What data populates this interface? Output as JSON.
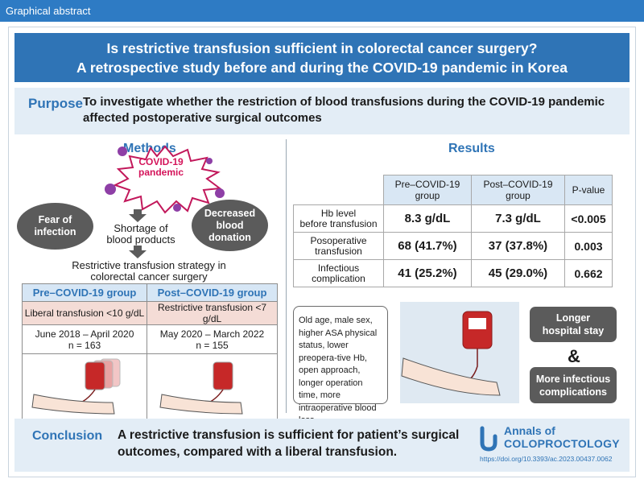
{
  "header": {
    "label": "Graphical abstract"
  },
  "title": {
    "line1": "Is restrictive transfusion sufficient in colorectal cancer surgery?",
    "line2": "A retrospective study before and during the COVID-19 pandemic in Korea"
  },
  "purpose": {
    "label": "Purpose",
    "text": "To investigate whether the restriction of blood transfusions during the COVID-19 pandemic affected postoperative surgical outcomes"
  },
  "methods": {
    "title": "Methods",
    "burst_line1": "COVID-19",
    "burst_line2": "pandemic",
    "fear_line1": "Fear of",
    "fear_line2": "infection",
    "shortage_line1": "Shortage of",
    "shortage_line2": "blood products",
    "decreased_line1": "Decreased",
    "decreased_line2": "blood",
    "decreased_line3": "donation",
    "strategy_line1": "Restrictive transfusion strategy in",
    "strategy_line2": "colorectal cancer surgery",
    "table": {
      "pre_header": "Pre–COVID-19 group",
      "post_header": "Post–COVID-19 group",
      "pre_transfusion": "Liberal transfusion  <10 g/dL",
      "post_transfusion": "Restrictive transfusion <7 g/dL",
      "pre_period": "June 2018 – April 2020",
      "pre_n": "n = 163",
      "post_period": "May 2020 – March 2022",
      "post_n": "n = 155"
    }
  },
  "results": {
    "title": "Results",
    "col_pre_line1": "Pre–COVID-19",
    "col_pre_line2": "group",
    "col_post_line1": "Post–COVID-19",
    "col_post_line2": "group",
    "col_p": "P-value",
    "rows": [
      {
        "label1": "Hb level",
        "label2": "before transfusion",
        "pre": "8.3 g/dL",
        "post": "7.3 g/dL",
        "p": "<0.005"
      },
      {
        "label1": "Posoperative",
        "label2": "transfusion",
        "pre": "68 (41.7%)",
        "post": "37 (37.8%)",
        "p": "0.003"
      },
      {
        "label1": "Infectious",
        "label2": "complication",
        "pre": "41 (25.2%)",
        "post": "45 (29.0%)",
        "p": "0.662"
      }
    ],
    "risk_factors": "Old age, male sex, higher ASA physical status, lower preopera-tive Hb, open approach, longer operation time, more intraoperative blood loss",
    "outcome1_line1": "Longer",
    "outcome1_line2": "hospital stay",
    "amp": "&",
    "outcome2_line1": "More infectious",
    "outcome2_line2": "complications"
  },
  "conclusion": {
    "label": "Conclusion",
    "text": "A restrictive transfusion is sufficient for patient’s surgical outcomes, compared with a liberal transfusion."
  },
  "journal": {
    "name_line1": "Annals of",
    "name_line2": "COLOPROCTOLOGY",
    "doi": "https://doi.org/10.3393/ac.2023.00437.0062"
  },
  "colors": {
    "primary_blue": "#2f74b6",
    "light_blue": "#e3edf6",
    "burst_text": "#d4145a",
    "grey_bubble": "#5b5b5b",
    "pink_row": "#f4dcd6"
  }
}
